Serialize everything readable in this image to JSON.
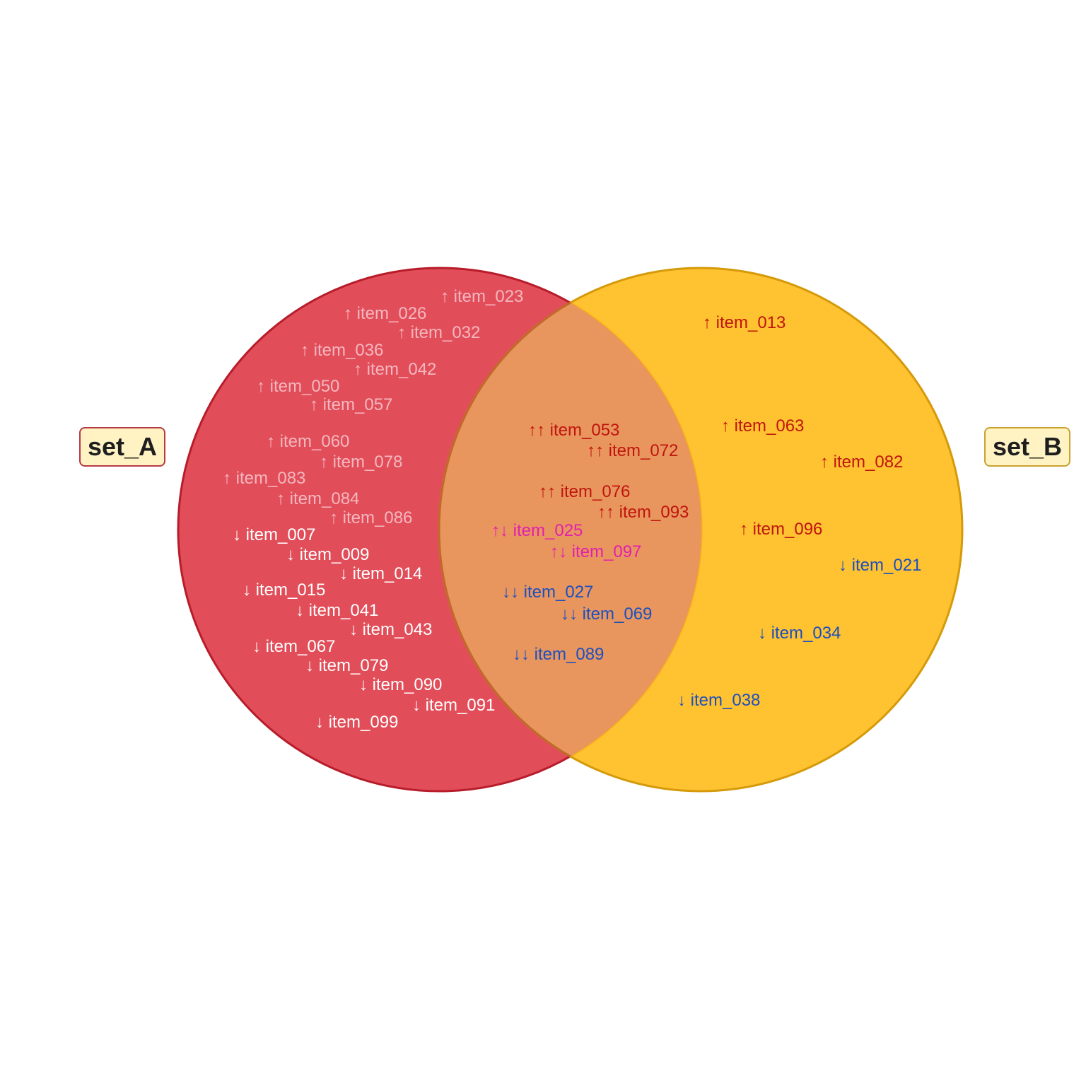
{
  "chart_data": {
    "type": "venn",
    "sets": [
      {
        "name": "set_A",
        "fill": "#dc2f3c",
        "opacity": 0.85,
        "stroke": "#b81c2a"
      },
      {
        "name": "set_B",
        "fill": "#ffbb1a",
        "opacity": 0.9,
        "stroke": "#d59a0a"
      }
    ],
    "overlap_fill": "#e8965e",
    "overlap_stroke": "#c06a2a",
    "colors": {
      "up_a": "#f5b7c0",
      "down_a": "#ffffff",
      "up_b": "#c0150f",
      "down_b": "#1c4fbf",
      "up_up": "#c0150f",
      "up_down": "#e020b0",
      "down_down": "#1c4fbf"
    },
    "regions": {
      "set_A_only": [
        {
          "arrow": "↑",
          "name": "item_023",
          "tone": "up_a"
        },
        {
          "arrow": "↑",
          "name": "item_026",
          "tone": "up_a"
        },
        {
          "arrow": "↑",
          "name": "item_032",
          "tone": "up_a"
        },
        {
          "arrow": "↑",
          "name": "item_036",
          "tone": "up_a"
        },
        {
          "arrow": "↑",
          "name": "item_042",
          "tone": "up_a"
        },
        {
          "arrow": "↑",
          "name": "item_050",
          "tone": "up_a"
        },
        {
          "arrow": "↑",
          "name": "item_057",
          "tone": "up_a"
        },
        {
          "arrow": "↑",
          "name": "item_060",
          "tone": "up_a"
        },
        {
          "arrow": "↑",
          "name": "item_078",
          "tone": "up_a"
        },
        {
          "arrow": "↑",
          "name": "item_083",
          "tone": "up_a"
        },
        {
          "arrow": "↑",
          "name": "item_084",
          "tone": "up_a"
        },
        {
          "arrow": "↑",
          "name": "item_086",
          "tone": "up_a"
        },
        {
          "arrow": "↓",
          "name": "item_007",
          "tone": "down_a"
        },
        {
          "arrow": "↓",
          "name": "item_009",
          "tone": "down_a"
        },
        {
          "arrow": "↓",
          "name": "item_014",
          "tone": "down_a"
        },
        {
          "arrow": "↓",
          "name": "item_015",
          "tone": "down_a"
        },
        {
          "arrow": "↓",
          "name": "item_041",
          "tone": "down_a"
        },
        {
          "arrow": "↓",
          "name": "item_043",
          "tone": "down_a"
        },
        {
          "arrow": "↓",
          "name": "item_067",
          "tone": "down_a"
        },
        {
          "arrow": "↓",
          "name": "item_079",
          "tone": "down_a"
        },
        {
          "arrow": "↓",
          "name": "item_090",
          "tone": "down_a"
        },
        {
          "arrow": "↓",
          "name": "item_091",
          "tone": "down_a"
        },
        {
          "arrow": "↓",
          "name": "item_099",
          "tone": "down_a"
        }
      ],
      "intersection": [
        {
          "arrow": "↑↑",
          "name": "item_053",
          "tone": "up_up"
        },
        {
          "arrow": "↑↑",
          "name": "item_072",
          "tone": "up_up"
        },
        {
          "arrow": "↑↑",
          "name": "item_076",
          "tone": "up_up"
        },
        {
          "arrow": "↑↑",
          "name": "item_093",
          "tone": "up_up"
        },
        {
          "arrow": "↑↓",
          "name": "item_025",
          "tone": "up_down"
        },
        {
          "arrow": "↑↓",
          "name": "item_097",
          "tone": "up_down"
        },
        {
          "arrow": "↓↓",
          "name": "item_027",
          "tone": "down_down"
        },
        {
          "arrow": "↓↓",
          "name": "item_069",
          "tone": "down_down"
        },
        {
          "arrow": "↓↓",
          "name": "item_089",
          "tone": "down_down"
        }
      ],
      "set_B_only": [
        {
          "arrow": "↑",
          "name": "item_013",
          "tone": "up_b"
        },
        {
          "arrow": "↑",
          "name": "item_063",
          "tone": "up_b"
        },
        {
          "arrow": "↑",
          "name": "item_082",
          "tone": "up_b"
        },
        {
          "arrow": "↑",
          "name": "item_096",
          "tone": "up_b"
        },
        {
          "arrow": "↓",
          "name": "item_021",
          "tone": "down_b"
        },
        {
          "arrow": "↓",
          "name": "item_034",
          "tone": "down_b"
        },
        {
          "arrow": "↓",
          "name": "item_038",
          "tone": "down_b"
        }
      ]
    }
  }
}
